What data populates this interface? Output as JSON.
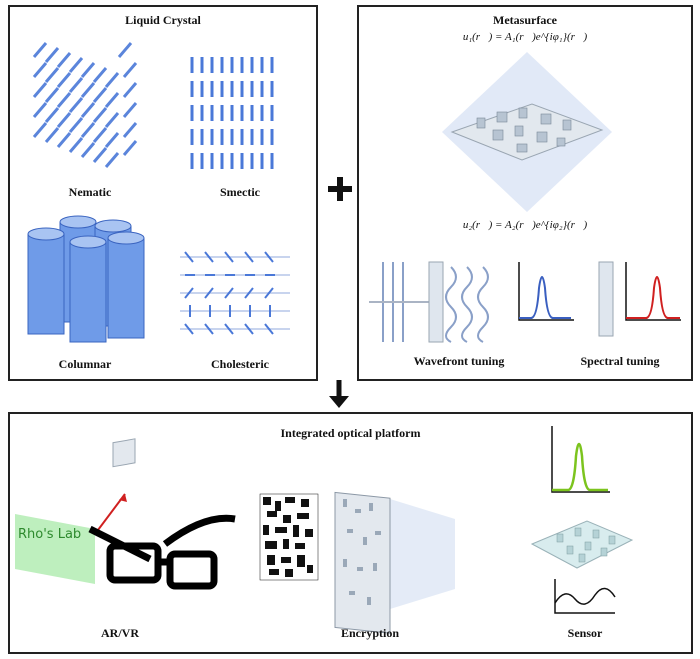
{
  "liquid_crystal": {
    "title": "Liquid Crystal",
    "phases": [
      "Nematic",
      "Smectic",
      "Columnar",
      "Cholesteric"
    ]
  },
  "metasurface": {
    "title": "Metasurface",
    "eq_top": "u₁(r⃗) = A₁(r⃗)e^{iφ₁}(r⃗)",
    "eq_bottom": "u₂(r⃗) = A₂(r⃗)e^{iφ₂}(r⃗)",
    "tuning": [
      "Wavefront tuning",
      "Spectral tuning"
    ]
  },
  "platform": {
    "title": "Integrated optical platform",
    "logo_text": "Rho's Lab",
    "applications": [
      "AR/VR",
      "Encryption",
      "Sensor"
    ]
  },
  "colors": {
    "lc_blue": "#4a78d8",
    "spectrum_blue": "#3a5fc0",
    "spectrum_red": "#d02020",
    "spectrum_green": "#7cc41e",
    "logo_green": "#7ee07e"
  }
}
